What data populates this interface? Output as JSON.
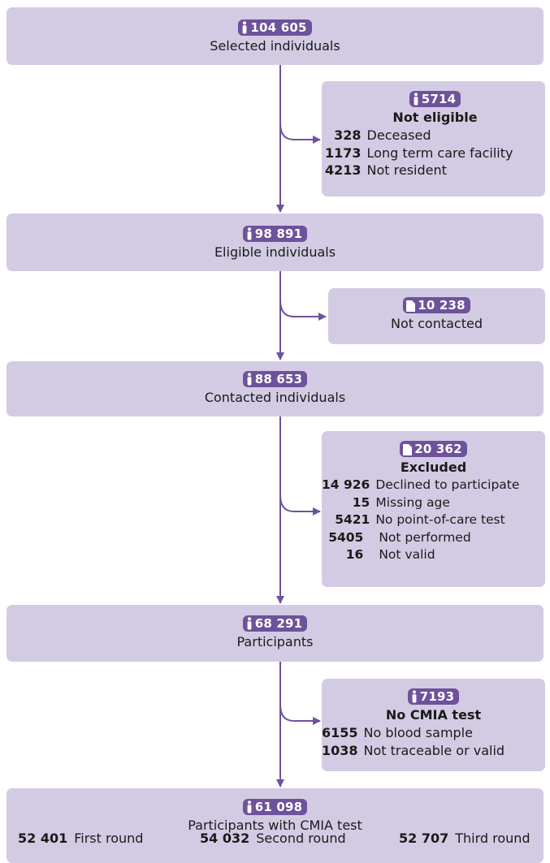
{
  "diagram": {
    "colors": {
      "box": "#d3cbe3",
      "badge": "#6e529b",
      "arrow": "#6e529b"
    },
    "icons": {
      "person": "person-icon",
      "document": "document-icon"
    },
    "stage1": {
      "count": "104 605",
      "icon": "person-icon",
      "label": "Selected individuals"
    },
    "exclusion1": {
      "count": "5714",
      "icon": "person-icon",
      "title": "Not eligible",
      "items": [
        {
          "value": "328",
          "label": "Deceased"
        },
        {
          "value": "1173",
          "label": "Long term care facility"
        },
        {
          "value": "4213",
          "label": "Not resident"
        }
      ]
    },
    "stage2": {
      "count": "98 891",
      "icon": "person-icon",
      "label": "Eligible individuals"
    },
    "exclusion2": {
      "count": "10 238",
      "icon": "document-icon",
      "label": "Not contacted"
    },
    "stage3": {
      "count": "88 653",
      "icon": "person-icon",
      "label": "Contacted individuals"
    },
    "exclusion3": {
      "count": "20 362",
      "icon": "document-icon",
      "title": "Excluded",
      "items": [
        {
          "value": "14 926",
          "label": "Declined to participate"
        },
        {
          "value": "15",
          "label": "Missing age"
        },
        {
          "value": "5421",
          "label": "No point-of-care test"
        },
        {
          "value": "5405",
          "label": "Not performed"
        },
        {
          "value": "16",
          "label": "Not valid"
        }
      ]
    },
    "stage4": {
      "count": "68 291",
      "icon": "person-icon",
      "label": "Participants"
    },
    "exclusion4": {
      "count": "7193",
      "icon": "person-icon",
      "title": "No CMIA test",
      "items": [
        {
          "value": "6155",
          "label": "No blood sample"
        },
        {
          "value": "1038",
          "label": "Not traceable or valid"
        }
      ]
    },
    "stage5": {
      "count": "61 098",
      "icon": "person-icon",
      "label": "Participants with CMIA test",
      "rounds": [
        {
          "value": "52 401",
          "label": "First round"
        },
        {
          "value": "54 032",
          "label": "Second round"
        },
        {
          "value": "52 707",
          "label": "Third round"
        }
      ]
    }
  }
}
